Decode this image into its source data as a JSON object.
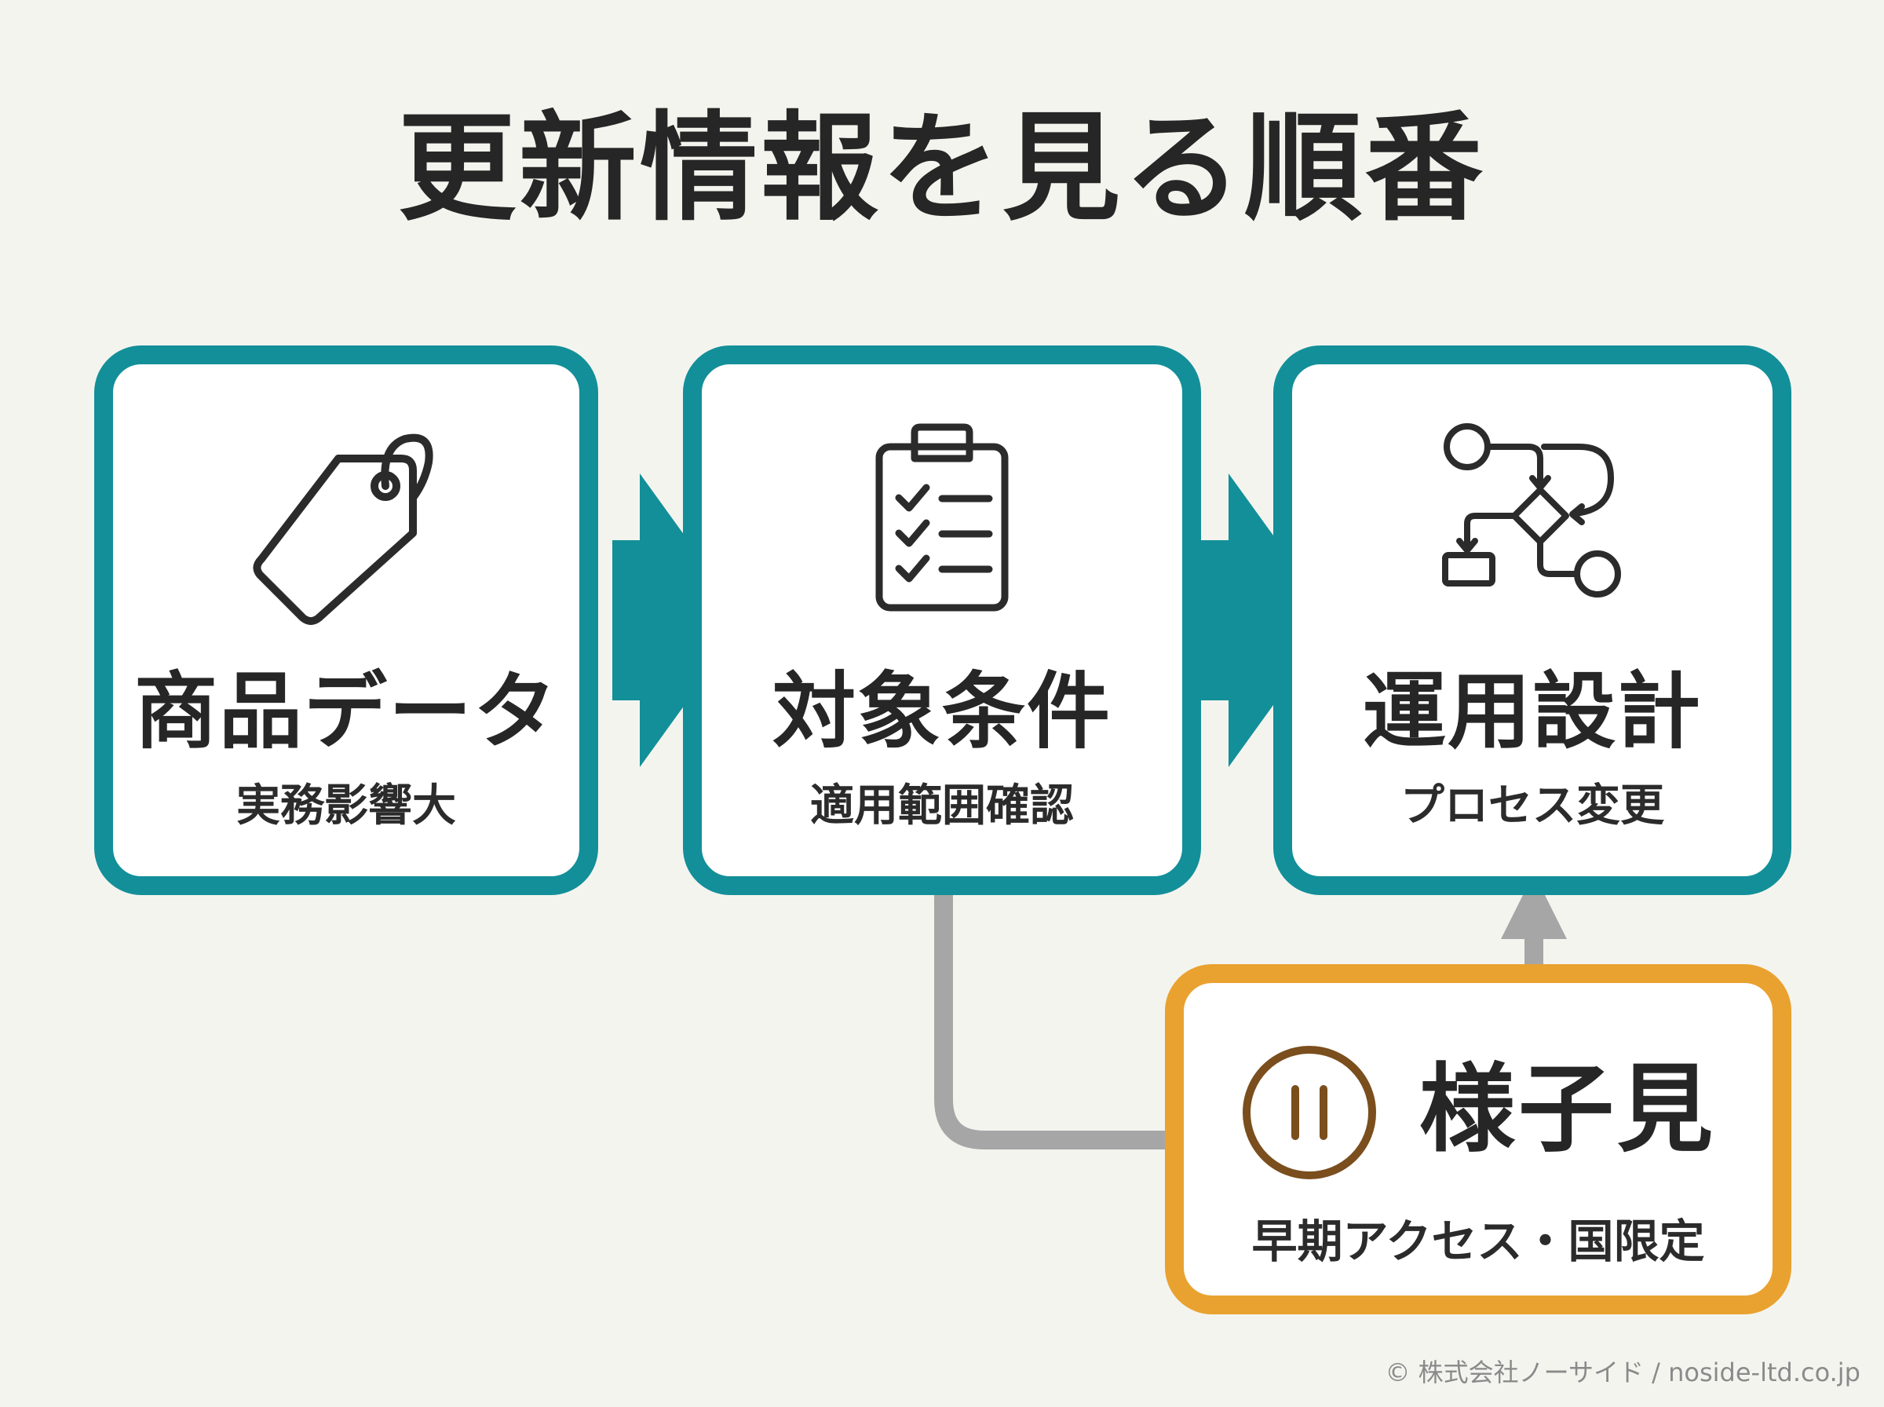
{
  "title": "更新情報を見る順番",
  "steps": [
    {
      "title": "商品データ",
      "subtitle": "実務影響大",
      "icon": "price-tag-icon"
    },
    {
      "title": "対象条件",
      "subtitle": "適用範囲確認",
      "icon": "checklist-clipboard-icon"
    },
    {
      "title": "運用設計",
      "subtitle": "プロセス変更",
      "icon": "flowchart-icon"
    }
  ],
  "wait": {
    "title": "様子見",
    "subtitle": "早期アクセス・国限定",
    "icon": "pause-icon"
  },
  "copyright": "© 株式会社ノーサイド / noside-ltd.co.jp",
  "colors": {
    "teal": "#138f99",
    "orange": "#e9a22f",
    "gray": "#a6a6a6",
    "pause_brown": "#7a4e1d",
    "background": "#f4f4ef"
  }
}
